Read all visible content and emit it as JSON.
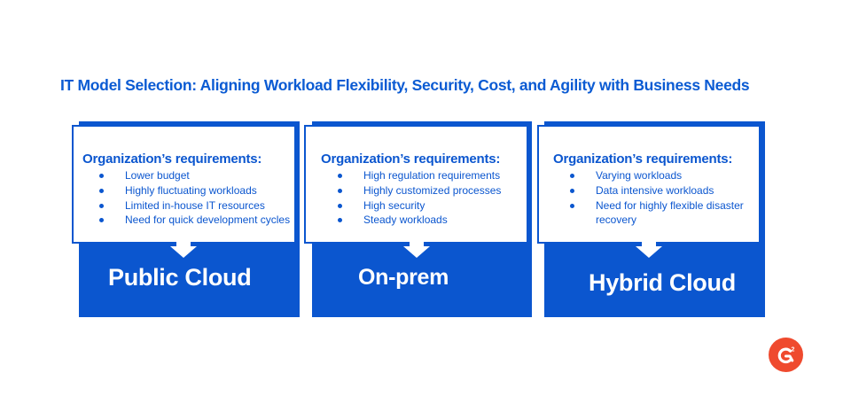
{
  "title": "IT Model Selection: Aligning Workload Flexibility, Security, Cost, and Agility with Business Needs",
  "colors": {
    "primary_blue": "#0B56CF",
    "title_blue": "#0B5BD3",
    "white": "#FFFFFF",
    "logo_orange": "#EF4A2E"
  },
  "panels": [
    {
      "heading": "Organization’s requirements:",
      "requirements": [
        "Lower budget",
        "Highly fluctuating workloads",
        "Limited in-house IT resources",
        "Need for quick development cycles"
      ],
      "option": "Public Cloud"
    },
    {
      "heading": "Organization’s requirements:",
      "requirements": [
        "High regulation requirements",
        "Highly customized processes",
        "High security",
        "Steady workloads"
      ],
      "option": "On-prem"
    },
    {
      "heading": "Organization’s requirements:",
      "requirements": [
        "Varying workloads",
        "Data intensive workloads",
        "Need for highly flexible disaster",
        "recovery"
      ],
      "option": "Hybrid Cloud"
    }
  ],
  "logo": {
    "icon": "g2-logo-icon",
    "letter": "G",
    "superscript": "2"
  }
}
